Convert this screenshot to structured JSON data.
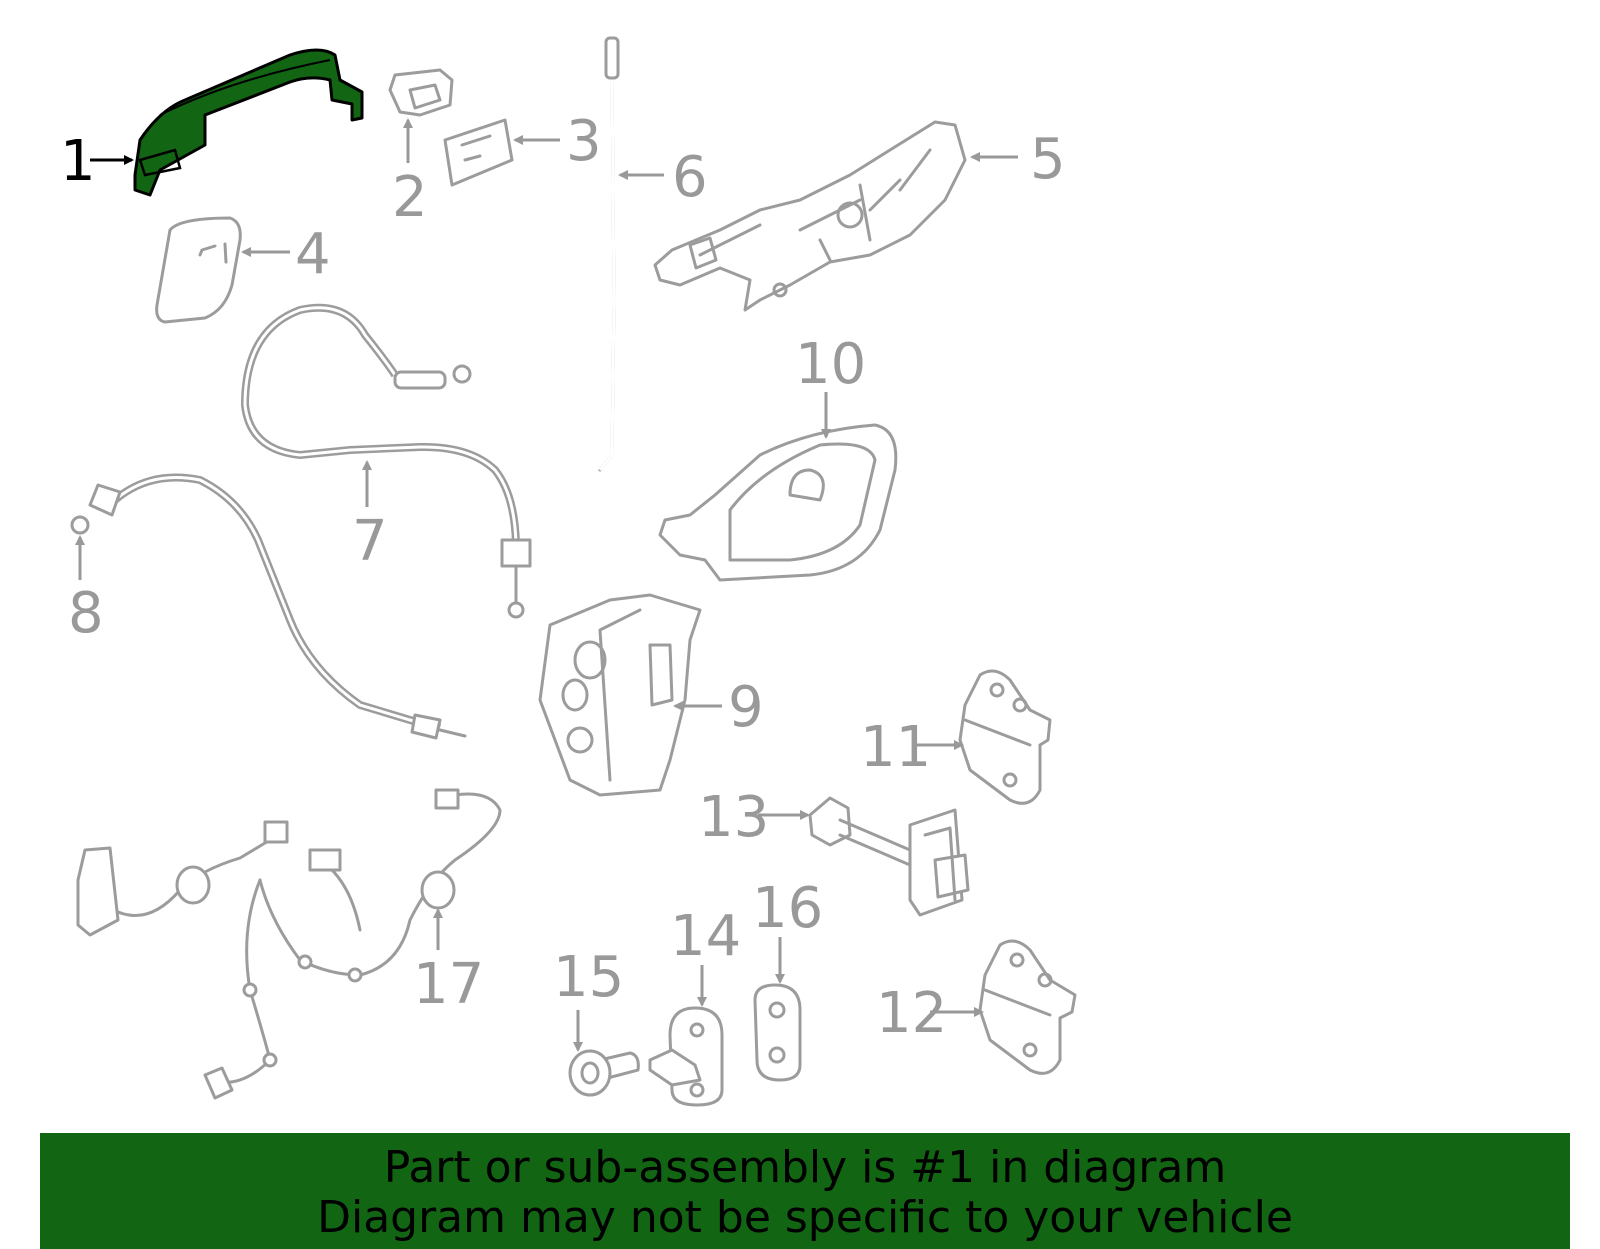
{
  "diagram": {
    "highlighted_part": "1",
    "highlight_color": "#126512",
    "line_color": "#9c9c9c",
    "callouts": [
      "1",
      "2",
      "3",
      "4",
      "5",
      "6",
      "7",
      "8",
      "9",
      "10",
      "11",
      "12",
      "13",
      "14",
      "15",
      "16",
      "17"
    ]
  },
  "footer": {
    "line1": "Part or sub-assembly is #1 in diagram",
    "line2": "Diagram may not be specific to your vehicle"
  }
}
